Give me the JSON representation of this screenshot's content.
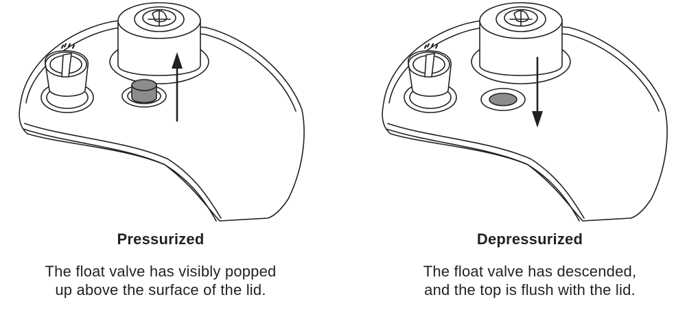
{
  "panels": [
    {
      "title": "Pressurized",
      "description_line1": "The float valve has visibly popped",
      "description_line2": "up above the surface of the lid.",
      "arrow_direction": "up",
      "valve_state": "raised"
    },
    {
      "title": "Depressurized",
      "description_line1": "The float valve has descended,",
      "description_line2": "and the top is flush with the lid.",
      "arrow_direction": "down",
      "valve_state": "flush"
    }
  ],
  "colors": {
    "outline": "#231f20",
    "lid_fill": "#ffffff",
    "valve_fill": "#8c8c8c",
    "background": "#ffffff"
  },
  "icon_names": [
    "pressure-release-handle-icon",
    "steam-knob-icon",
    "float-valve-icon",
    "arrow-up-icon",
    "arrow-down-icon"
  ]
}
